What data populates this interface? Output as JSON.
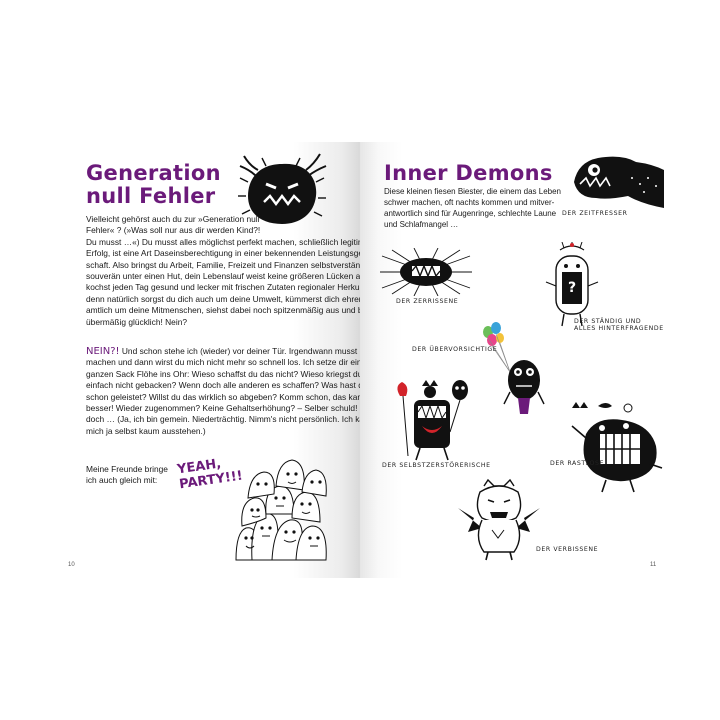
{
  "left_page": {
    "title_line1": "Generation",
    "title_line2": "null Fehler",
    "paragraph1": [
      "Vielleicht gehörst auch du zur »Generation null",
      "Fehler« ? (»Was soll nur aus dir werden Kind?!",
      "Du musst …«) Du musst alles möglichst perfekt machen, schließlich legitimiert",
      "Erfolg, ist eine Art Daseinsberechtigung in einer bekennenden Leistungsgesell-",
      "schaft. Also bringst du Arbeit, Familie, Freizeit und Finanzen selbstverständlich",
      "souverän unter einen Hut, dein Lebenslauf weist keine größeren Lücken auf, du",
      "kochst jeden Tag gesund und lecker mit frischen Zutaten regionaler Herkunft –",
      "denn natürlich sorgst du dich auch um deine Umwelt, kümmerst dich ehren-",
      "amtlich um deine Mitmenschen, siehst dabei noch spitzenmäßig aus und bist",
      "übermäßig glücklich! Nein?"
    ],
    "nein_word": "NEIN?!",
    "paragraph2_first": " Und schon stehe ich (wieder) vor deiner Tür. Irgendwann musst du auf-",
    "paragraph2": [
      "machen und dann wirst du mich nicht mehr so schnell los. Ich setze dir einen",
      "ganzen Sack Flöhe ins Ohr: Wieso schaffst du das nicht? Wieso kriegst du das",
      "einfach nicht gebacken? Wenn doch alle anderen es schaffen? Was hast du denn",
      "schon geleistet? Willst du das wirklich so abgeben? Komm schon, das kannst du",
      "besser! Wieder zugenommen? Keine Gehaltserhöhung? – Selber schuld! Heul",
      "doch … (Ja, ich bin gemein. Niederträchtig. Nimm's nicht persönlich. Ich kann",
      "mich ja selbst kaum ausstehen.)"
    ],
    "friends_line1": "Meine Freunde bringe",
    "friends_line2": "ich auch gleich mit:",
    "party_line1": "YEAH,",
    "party_line2": "PARTY!!!",
    "page_number": "10"
  },
  "right_page": {
    "title": "Inner Demons",
    "intro": [
      "Diese kleinen fiesen Biester, die einem das Leben",
      "schwer machen, oft nachts kommen und mitver-",
      "antwortlich sind für Augenringe, schlechte Laune",
      "und Schlafmangel …"
    ],
    "labels": {
      "zeitfresser": "DER ZEITFRESSER",
      "zerrissene": "DER ZERRISSENE",
      "staendig_line1": "DER STÄNDIG UND",
      "staendig_line2": "ALLES HINTERFRAGENDE",
      "uebervorsichtige": "DER ÜBERVORSICHTIGE",
      "selbstzerstoererische": "DER SELBSTZERSTÖRERISCHE",
      "rastlose": "DER RASTLOSE",
      "verbissene": "DER VERBISSENE"
    },
    "page_number": "11"
  },
  "colors": {
    "accent_purple": "#6b1a7a",
    "ink": "#111111"
  },
  "illustrations": [
    "fuzzy-monster-icon",
    "monster-crowd-doodle",
    "time-eater-creature",
    "torn-creature",
    "questioning-creature",
    "cautious-creature",
    "self-destructive-creature",
    "restless-creature",
    "grim-creature"
  ]
}
